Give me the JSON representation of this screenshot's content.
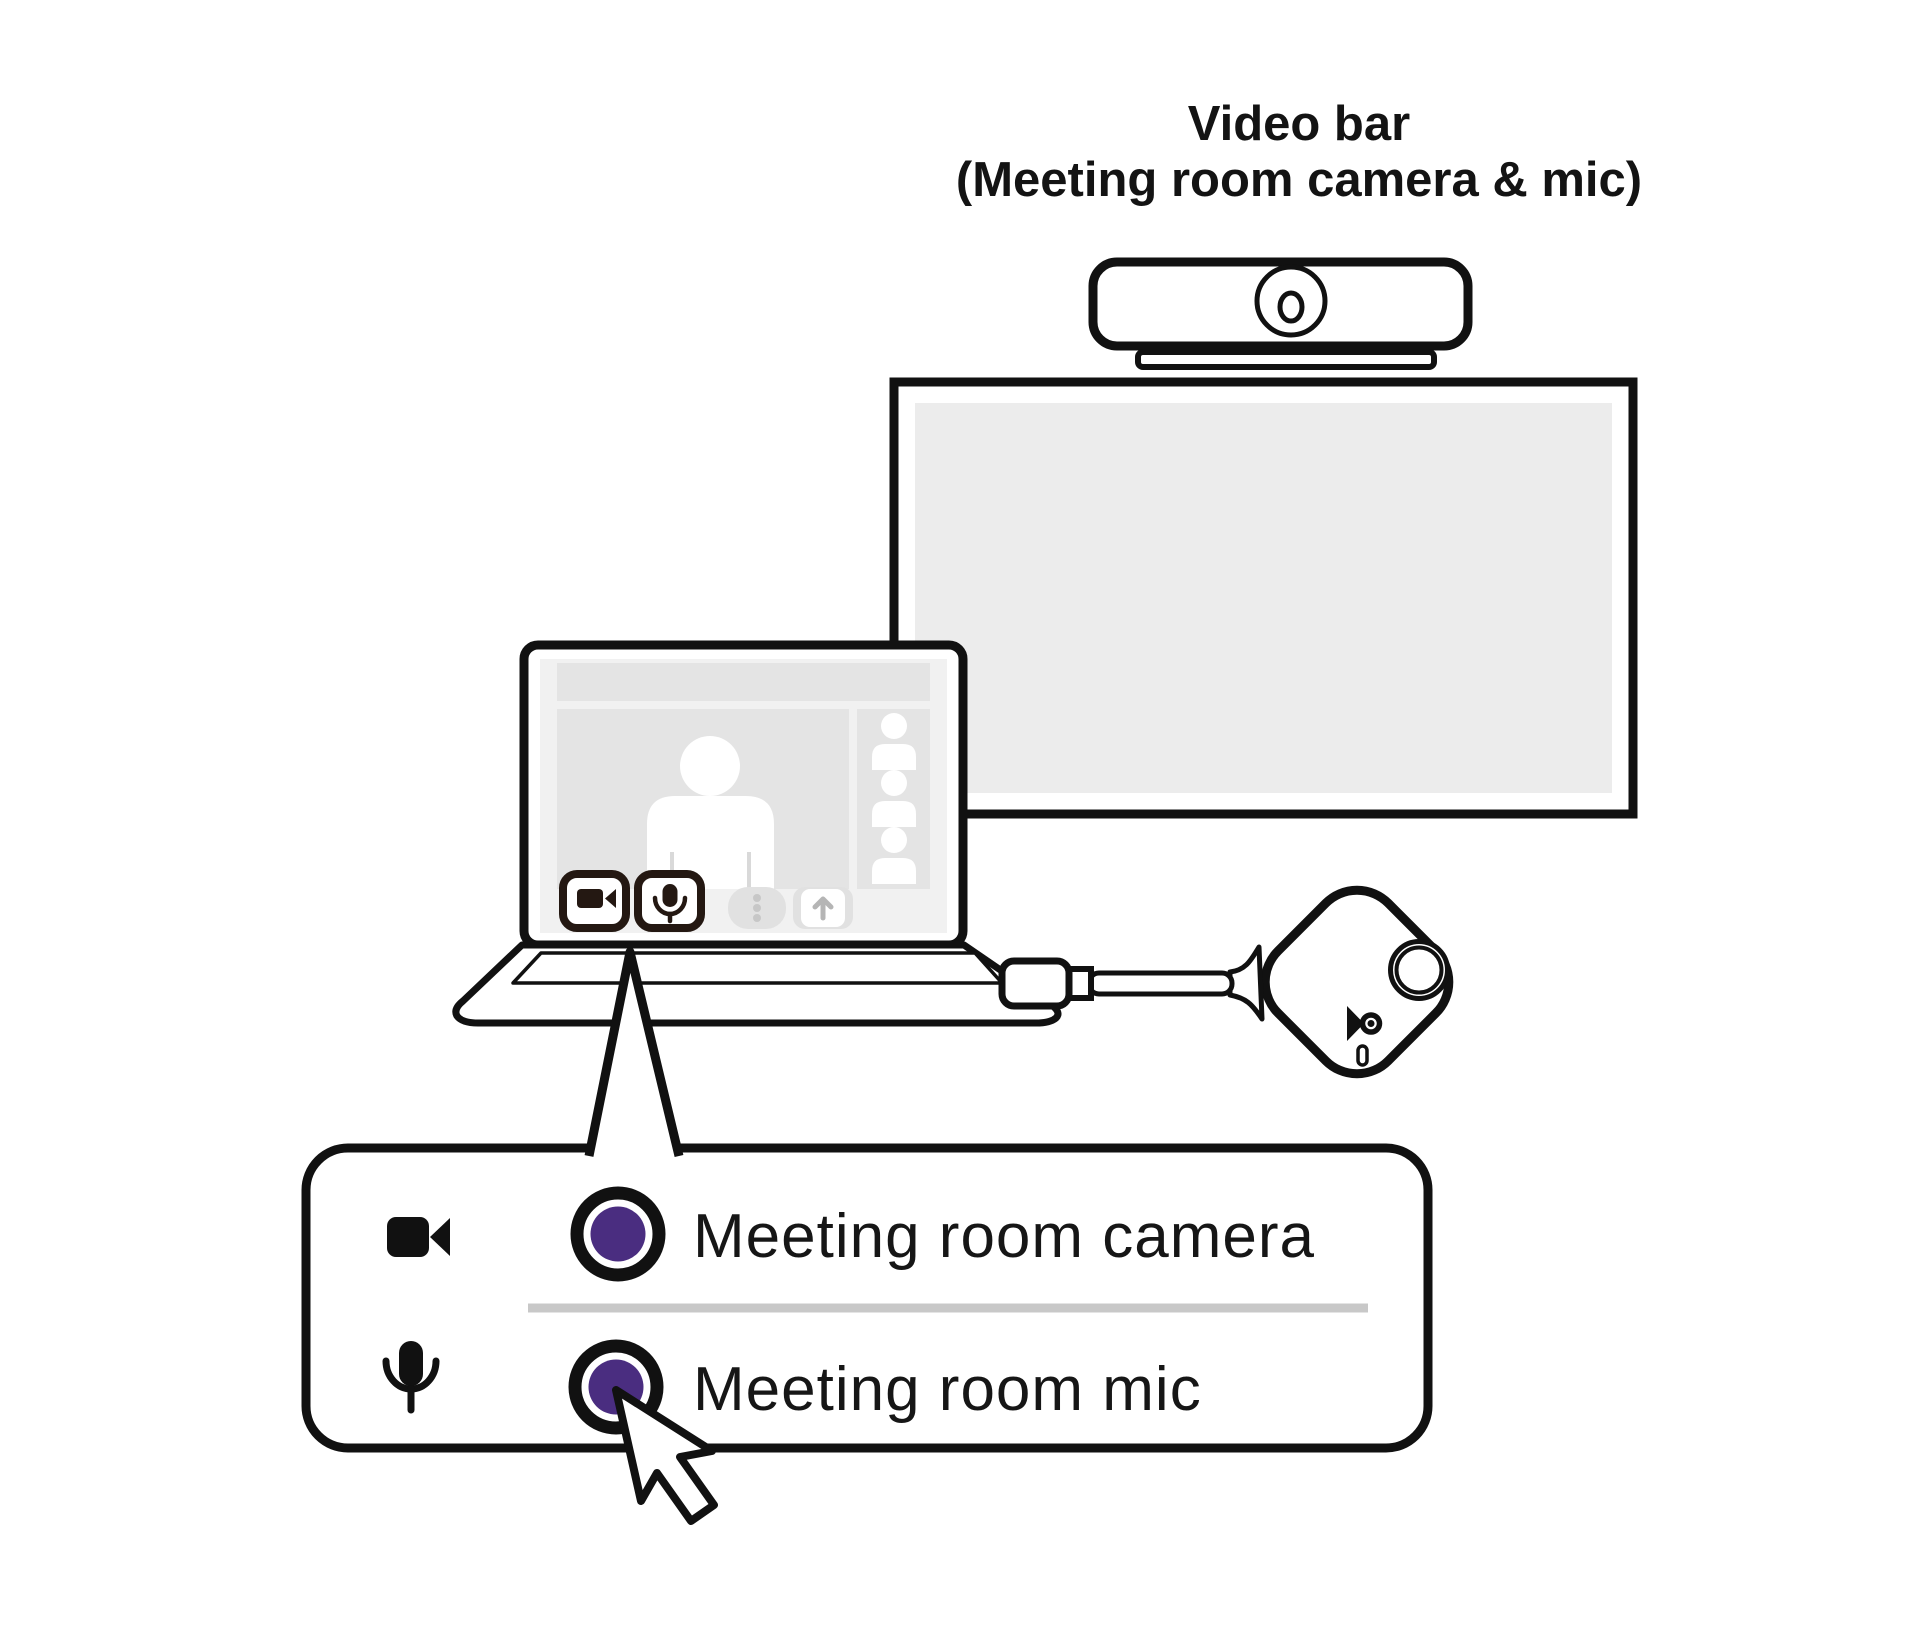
{
  "title": {
    "line1": "Video bar",
    "line2": "(Meeting room camera & mic)"
  },
  "device_menu": {
    "options": [
      {
        "icon": "video-camera-icon",
        "label": "Meeting room camera",
        "selected": true
      },
      {
        "icon": "microphone-icon",
        "label": "Meeting room mic",
        "selected": true
      }
    ]
  },
  "laptop_call_ui": {
    "toolbar_buttons": [
      "camera",
      "microphone",
      "more-options",
      "share"
    ],
    "participant_count": 3
  },
  "devices": {
    "video_bar": "Video bar (meeting room camera & mic)",
    "display": "Meeting room display",
    "laptop": "Laptop in video call",
    "wireless_button": "Wireless conferencing button"
  },
  "colors": {
    "radio_selected": "#4a2d80",
    "outline": "#111111",
    "toolbar_button_ink": "#241812",
    "separator": "#c8c8c8",
    "screen_gray": "#e4e4e4",
    "screen_bg": "#f1f1f1",
    "tv_gray": "#ececec",
    "muted_gray": "#c7c7c7"
  }
}
